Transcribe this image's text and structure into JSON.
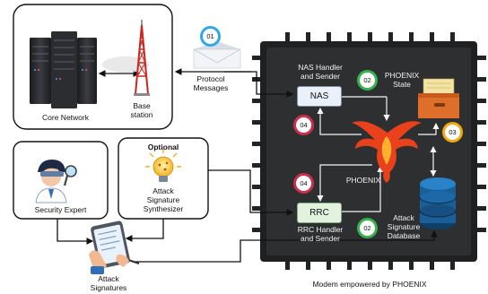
{
  "labels": {
    "core_network": "Core Network",
    "base_station": [
      "Base",
      "station"
    ],
    "protocol_messages": [
      "Protocol",
      "Messages"
    ],
    "nas_handler": [
      "NAS Handler",
      "and Sender"
    ],
    "phoenix_state": [
      "PHOENIX",
      "State"
    ],
    "nas": "NAS",
    "rrc": "RRC",
    "phoenix": "PHOENIX",
    "rrc_handler": [
      "RRC Handler",
      "and Sender"
    ],
    "attack_db": [
      "Attack",
      "Signature",
      "Database"
    ],
    "security_expert": "Security Expert",
    "optional": "Optional",
    "synthesizer": [
      "Attack",
      "Signature",
      "Synthesizer"
    ],
    "attack_signatures": [
      "Attack",
      "Signatures"
    ],
    "modem_caption": "Modem empowered by PHOENIX"
  },
  "badges": {
    "b01": "01",
    "nas_02": "02",
    "nas_04": "04",
    "state_03": "03",
    "rrc_04": "04",
    "rrc_02": "02"
  },
  "colors": {
    "chip_body": "#222324",
    "chip_inner": "#303133",
    "badge_red": "#cc2f49",
    "badge_green": "#37b24d",
    "badge_blue": "#30a7e6",
    "badge_gold": "#f1a90f",
    "phoenix": "#e8411c"
  }
}
